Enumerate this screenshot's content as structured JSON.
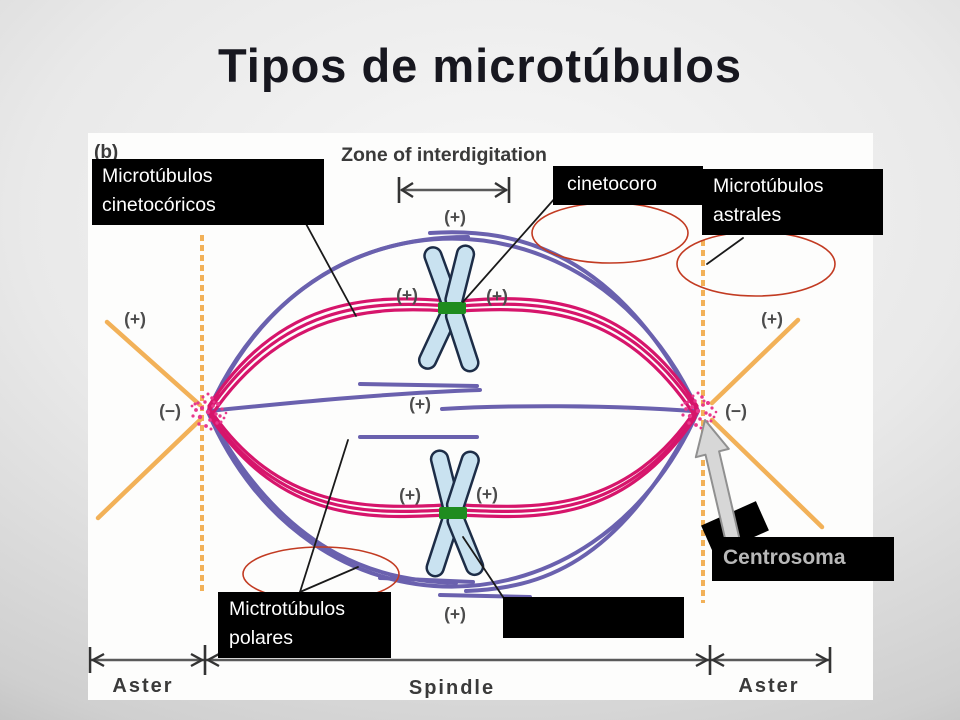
{
  "title": "Tipos de microtúbulos",
  "figure": {
    "panel_label": "(b)",
    "zone_label": "Zone of interdigitation",
    "plus": "(+)",
    "minus": "(−)",
    "scale": {
      "aster_left": "Aster",
      "spindle": "Spindle",
      "aster_right": "Aster"
    }
  },
  "callouts": {
    "kinetochore_mts": "Microtúbulos cinetocóricos",
    "kinetochore": "cinetocoro",
    "astral_mts": "Microtúbulos astrales",
    "polar_mts": "Mictrotúbulos polares",
    "centrosome": "Centrosoma",
    "covered_label": ""
  },
  "colors": {
    "polar_mt_blue": "#6a61ae",
    "kinetochore_fiber_magenta": "#d6156b",
    "astral_ray_orange": "#f2b158",
    "kinetochore_green": "#1f8c1f",
    "chromosome_blue": "#c9e2f0",
    "centrosome_pink": "#e8388c",
    "highlight_red": "#c23b22",
    "callout_bg": "#000000",
    "callout_text": "#ffffff",
    "centrosome_text": "#b8b8b8"
  }
}
